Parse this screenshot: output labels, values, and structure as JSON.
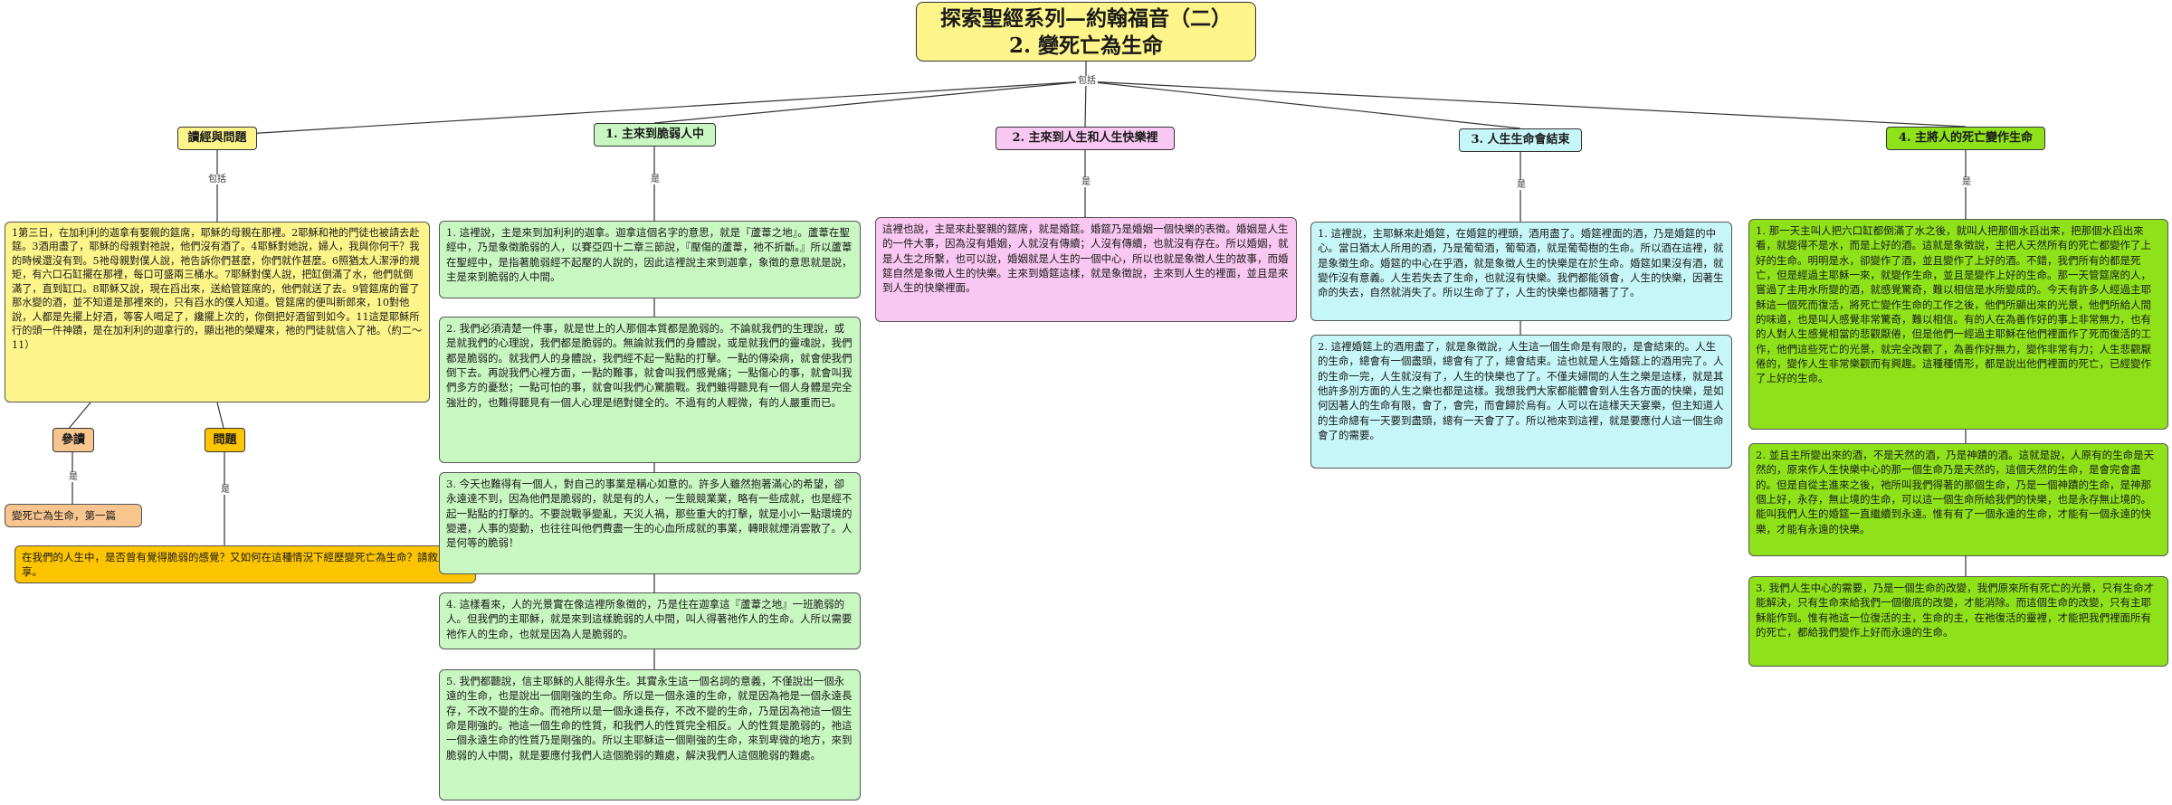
{
  "title": {
    "line1": "探索聖經系列—約翰福音（二）",
    "line2": "2. 變死亡為生命"
  },
  "relations": {
    "includes": "包括",
    "is": "是"
  },
  "colors": {
    "yellow": "#fdf58a",
    "green": "#c9f7c2",
    "pink": "#f8c7f2",
    "cyan": "#c7f6f8",
    "lime": "#8fe21a",
    "orange": "#f9c58f",
    "gold": "#fdc500"
  },
  "branch0": {
    "label": "讀經與問題",
    "scripture": "1第三日，在加利利的迦拿有娶親的筵席，耶穌的母親在那裡。2耶穌和祂的門徒也被請去赴筵。3酒用盡了，耶穌的母親對祂說，他們沒有酒了。4耶穌對她說，婦人，我與你何干？我的時候還沒有到。5祂母親對僕人說，祂告訴你們甚麼，你們就作甚麼。6照猶太人潔淨的規矩，有六口石缸擺在那裡，每口可盛兩三桶水。7耶穌對僕人說，把缸倒滿了水，他們就倒滿了，直到缸口。8耶穌又說，現在舀出來，送給管筵席的，他們就送了去。9管筵席的嘗了那水變的酒，並不知道是那裡來的，只有舀水的僕人知道。管筵席的便叫新郎來，10對他說，人都是先擺上好酒，等客人喝足了，纔擺上次的，你倒把好酒留到如今。11這是耶穌所行的頭一件神蹟，是在加利利的迦拿行的，顯出祂的榮耀來，祂的門徒就信入了祂。（約二～11）",
    "ref_label": "參讀",
    "ref_item": "變死亡為生命，第一篇",
    "question_label": "問題",
    "question": "在我們的人生中，是否曾有覺得脆弱的感覺？又如何在這種情況下經歷變死亡為生命？請敘此分享。"
  },
  "branch1": {
    "label": "1. 主來到脆弱人中",
    "items": [
      "1. 這裡說，主是來到加利利的迦拿。迦拿這個名字的意思，就是『蘆葦之地』。蘆葦在聖經中，乃是象徵脆弱的人，以賽亞四十二章三節說，『壓傷的蘆葦，祂不折斷。』所以蘆葦在聖經中，是指著脆弱經不起壓的人說的，因此這裡說主來到迦拿，象徵的意思就是說，主是來到脆弱的人中間。",
      "2. 我們必須清楚一件事，就是世上的人那個本質都是脆弱的。不論就我們的生理說，或是就我們的心理說，我們都是脆弱的。無論就我們的身體說，或是就我們的靈魂說，我們都是脆弱的。就我們人的身體說，我們經不起一點點的打擊。一點的傳染病，就會使我們倒下去。再說我們心裡方面，一點的難事，就會叫我們感覺痛；一點傷心的事，就會叫我們多方的憂愁；一點可怕的事，就會叫我們心驚膽戰。我們雖得聽見有一個人身體是完全強壯的，也難得聽見有一個人心理是絕對健全的。不過有的人輕微，有的人嚴重而已。",
      "3. 今天也難得有一個人，對自己的事業是稱心如意的。許多人雖然抱著滿心的希望，卻永遠達不到，因為他們是脆弱的，就是有的人，一生競競業業，略有一些成就，也是經不起一點點的打擊的。不要說戰爭變亂，天災人禍，那些重大的打擊，就是小小一點環境的變遷，人事的變動，也往往叫他們費盡一生的心血所成就的事業，轉眼就煙消雲散了。人是何等的脆弱！",
      "4. 這樣看來，人的光景實在像這裡所象徵的，乃是住在迦拿這『蘆葦之地』一班脆弱的人。但我們的主耶穌，就是來到這樣脆弱的人中間，叫人得著祂作人的生命。人所以需要祂作人的生命，也就是因為人是脆弱的。",
      "5. 我們都聽說，信主耶穌的人能得永生。其實永生這一個名詞的意義，不僅說出一個永遠的生命，也是說出一個剛強的生命。所以是一個永遠的生命，就是因為祂是一個永遠長存，不改不變的生命。而祂所以是一個永遠長存，不改不變的生命，乃是因為祂這一個生命是剛強的。祂這一個生命的性質，和我們人的性質完全相反。人的性質是脆弱的，祂這一個永遠生命的性質乃是剛強的。所以主耶穌這一個剛強的生命，來到卑微的地方，來到脆弱的人中間，就是要應付我們人這個脆弱的難處，解決我們人這個脆弱的難處。"
    ]
  },
  "branch2": {
    "label": "2. 主來到人生和人生快樂裡",
    "text": "這裡也說，主是來赴娶親的筵席，就是婚筵。婚筵乃是婚姻一個快樂的表徵。婚姻是人生的一件大事，因為沒有婚姻，人就沒有傳續；人沒有傳續，也就沒有存在。所以婚姻，就是人生之所繫，也可以說，婚姻就是人生的一個中心，所以也就是象徵人生的故事，而婚筵自然是象徵人生的快樂。主來到婚筵這樣，就是象徵說，主來到人生的裡面，並且是來到人生的快樂裡面。"
  },
  "branch3": {
    "label": "3. 人生生命會結束",
    "items": [
      "1. 這裡說，主耶穌來赴婚筵，在婚筵的裡頭，酒用盡了。婚筵裡面的酒，乃是婚筵的中心。當日猶太人所用的酒，乃是葡萄酒，葡萄酒，就是葡萄樹的生命。所以酒在這裡，就是象徵生命。婚筵的中心在乎酒，就是象徵人生的快樂是在於生命。婚筵如果沒有酒，就變作沒有意義。人生若失去了生命，也就沒有快樂。我們都能領會，人生的快樂，因著生命的失去，自然就消失了。所以生命了了，人生的快樂也都隨著了了。",
      "2. 這裡婚筵上的酒用盡了，就是象徵說，人生這一個生命是有限的，是會結束的。人生的生命，總會有一個盡頭，總會有了了，總會結束。這也就是人生婚筵上的酒用完了。人的生命一完，人生就沒有了，人生的快樂也了了。不僅夫婦間的人生之樂是這樣，就是其他許多別方面的人生之樂也都是這樣。我想我們大家都能體會到人生各方面的快樂，是如何因著人的生命有限，會了，會完，而會歸於烏有。人可以在這樣天天宴樂，但主知道人的生命總有一天要到盡頭，總有一天會了了。所以祂來到這裡，就是要應付人這一個生命會了的需要。"
    ]
  },
  "branch4": {
    "label": "4. 主將人的死亡變作生命",
    "items": [
      "1. 那一天主叫人把六口缸都倒滿了水之後，就叫人把那個水舀出來，把那個水舀出來看，就變得不是水，而是上好的酒。這就是象徵說，主把人天然所有的死亡都變作了上好的生命。明明是水，卻變作了酒，並且變作了上好的酒。不錯，我們所有的都是死亡，但是經過主耶穌一來，就變作生命，並且是變作上好的生命。那一天管筵席的人，嘗過了主用水所變的酒，就感覺驚奇，難以相信是水所變成的。今天有許多人經過主耶穌這一個死而復活，將死亡變作生命的工作之後，他們所顯出來的光景，他們所給人間的味道，也是叫人感覺非常驚奇，難以相信。有的人在為善作好的事上非常無力，也有的人對人生感覺相當的悲觀厭倦，但是他們一經過主耶穌在他們裡面作了死而復活的工作，他們這些死亡的光景，就完全改觀了，為善作好無力，變作非常有力；人生悲觀厭倦的，變作人生非常樂觀而有興趣。這種種情形，都是說出他們裡面的死亡，已經變作了上好的生命。",
      "2. 並且主所變出來的酒，不是天然的酒，乃是神蹟的酒。這就是說，人原有的生命是天然的，原來作人生快樂中心的那一個生命乃是天然的，這個天然的生命，是會完會盡的。但是自從主進來之後，祂所叫我們得著的那個生命，乃是一個神蹟的生命，是神那個上好，永存，無止境的生命，可以這一個生命所給我們的快樂，也是永存無止境的。能叫我們人生的婚筵一直繼續到永遠。惟有有了一個永遠的生命，才能有一個永遠的快樂，才能有永遠的快樂。",
      "3. 我們人生中心的需要，乃是一個生命的改變，我們原來所有死亡的光景，只有生命才能解決，只有生命來給我們一個徹底的改變，才能消除。而這個生命的改變，只有主耶穌能作到。惟有祂這一位復活的主，生命的主，在祂復活的靈裡，才能把我們裡面所有的死亡，都給我們變作上好而永遠的生命。"
    ]
  }
}
